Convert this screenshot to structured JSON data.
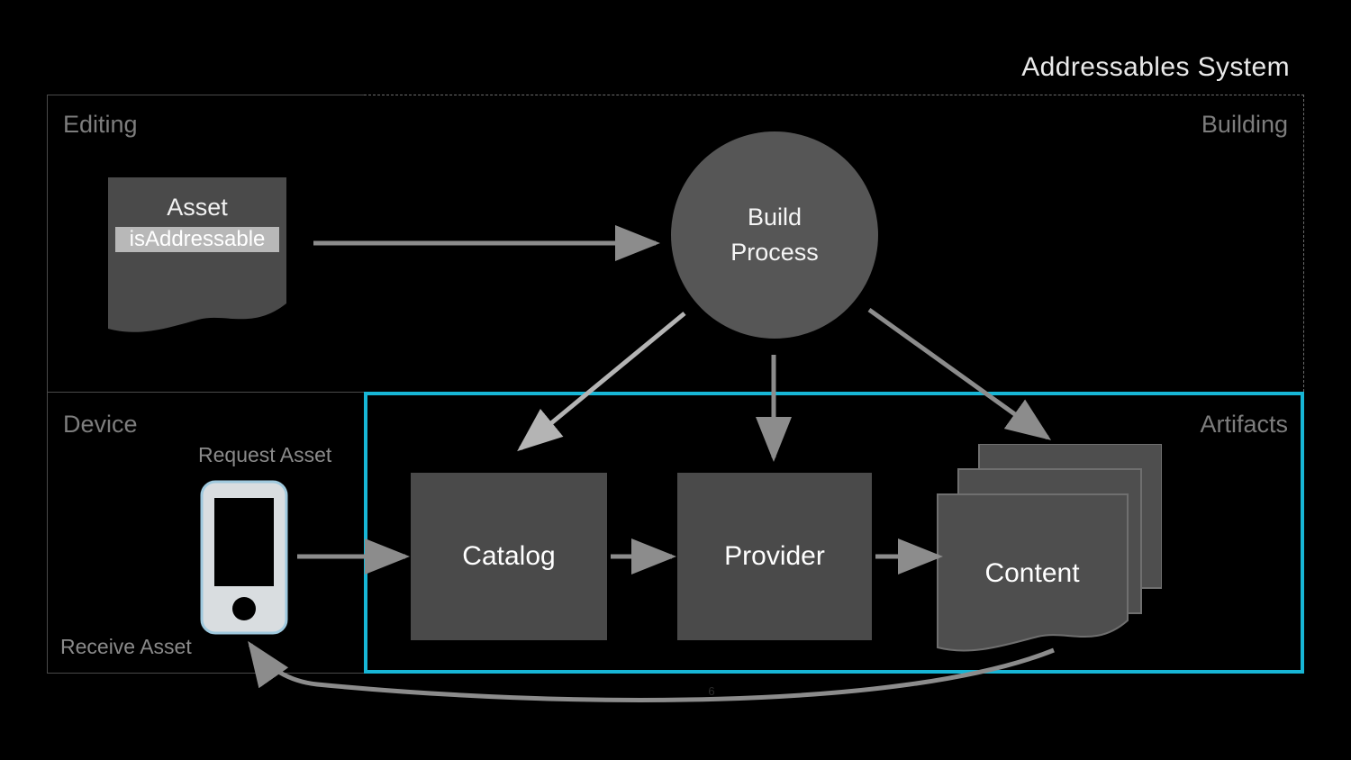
{
  "slide": {
    "title": "Addressables System",
    "page_number": "6",
    "background_color": "#000000",
    "accent_color": "#17b6d6",
    "shape_fill": "#4a4a4a",
    "circle_fill": "#565656",
    "arrow_color": "#8c8c8c",
    "label_color": "#7d7d7d"
  },
  "quadrants": [
    {
      "id": "editing",
      "label": "Editing"
    },
    {
      "id": "building",
      "label": "Building"
    },
    {
      "id": "device",
      "label": "Device"
    },
    {
      "id": "artifacts",
      "label": "Artifacts"
    }
  ],
  "nodes": {
    "asset": {
      "title": "Asset",
      "property": "isAddressable",
      "property_highlighted": true,
      "shape": "document"
    },
    "build_process": {
      "line1": "Build",
      "line2": "Process",
      "shape": "circle"
    },
    "catalog": {
      "label": "Catalog",
      "shape": "rectangle"
    },
    "provider": {
      "label": "Provider",
      "shape": "rectangle"
    },
    "content": {
      "label": "Content",
      "shape": "document-stack"
    },
    "device": {
      "shape": "phone"
    }
  },
  "captions": {
    "request_asset": "Request Asset",
    "receive_asset": "Receive Asset"
  },
  "icons": {
    "asset": "document-icon",
    "content": "document-stack-icon",
    "device": "mobile-phone-icon",
    "build": "circle-process-icon"
  },
  "flows": [
    {
      "from": "asset",
      "to": "build_process"
    },
    {
      "from": "build_process",
      "to": "catalog"
    },
    {
      "from": "build_process",
      "to": "provider"
    },
    {
      "from": "build_process",
      "to": "content"
    },
    {
      "from": "device",
      "to": "catalog",
      "caption": "Request Asset"
    },
    {
      "from": "catalog",
      "to": "provider"
    },
    {
      "from": "provider",
      "to": "content"
    },
    {
      "from": "content",
      "to": "device",
      "caption": "Receive Asset"
    }
  ]
}
